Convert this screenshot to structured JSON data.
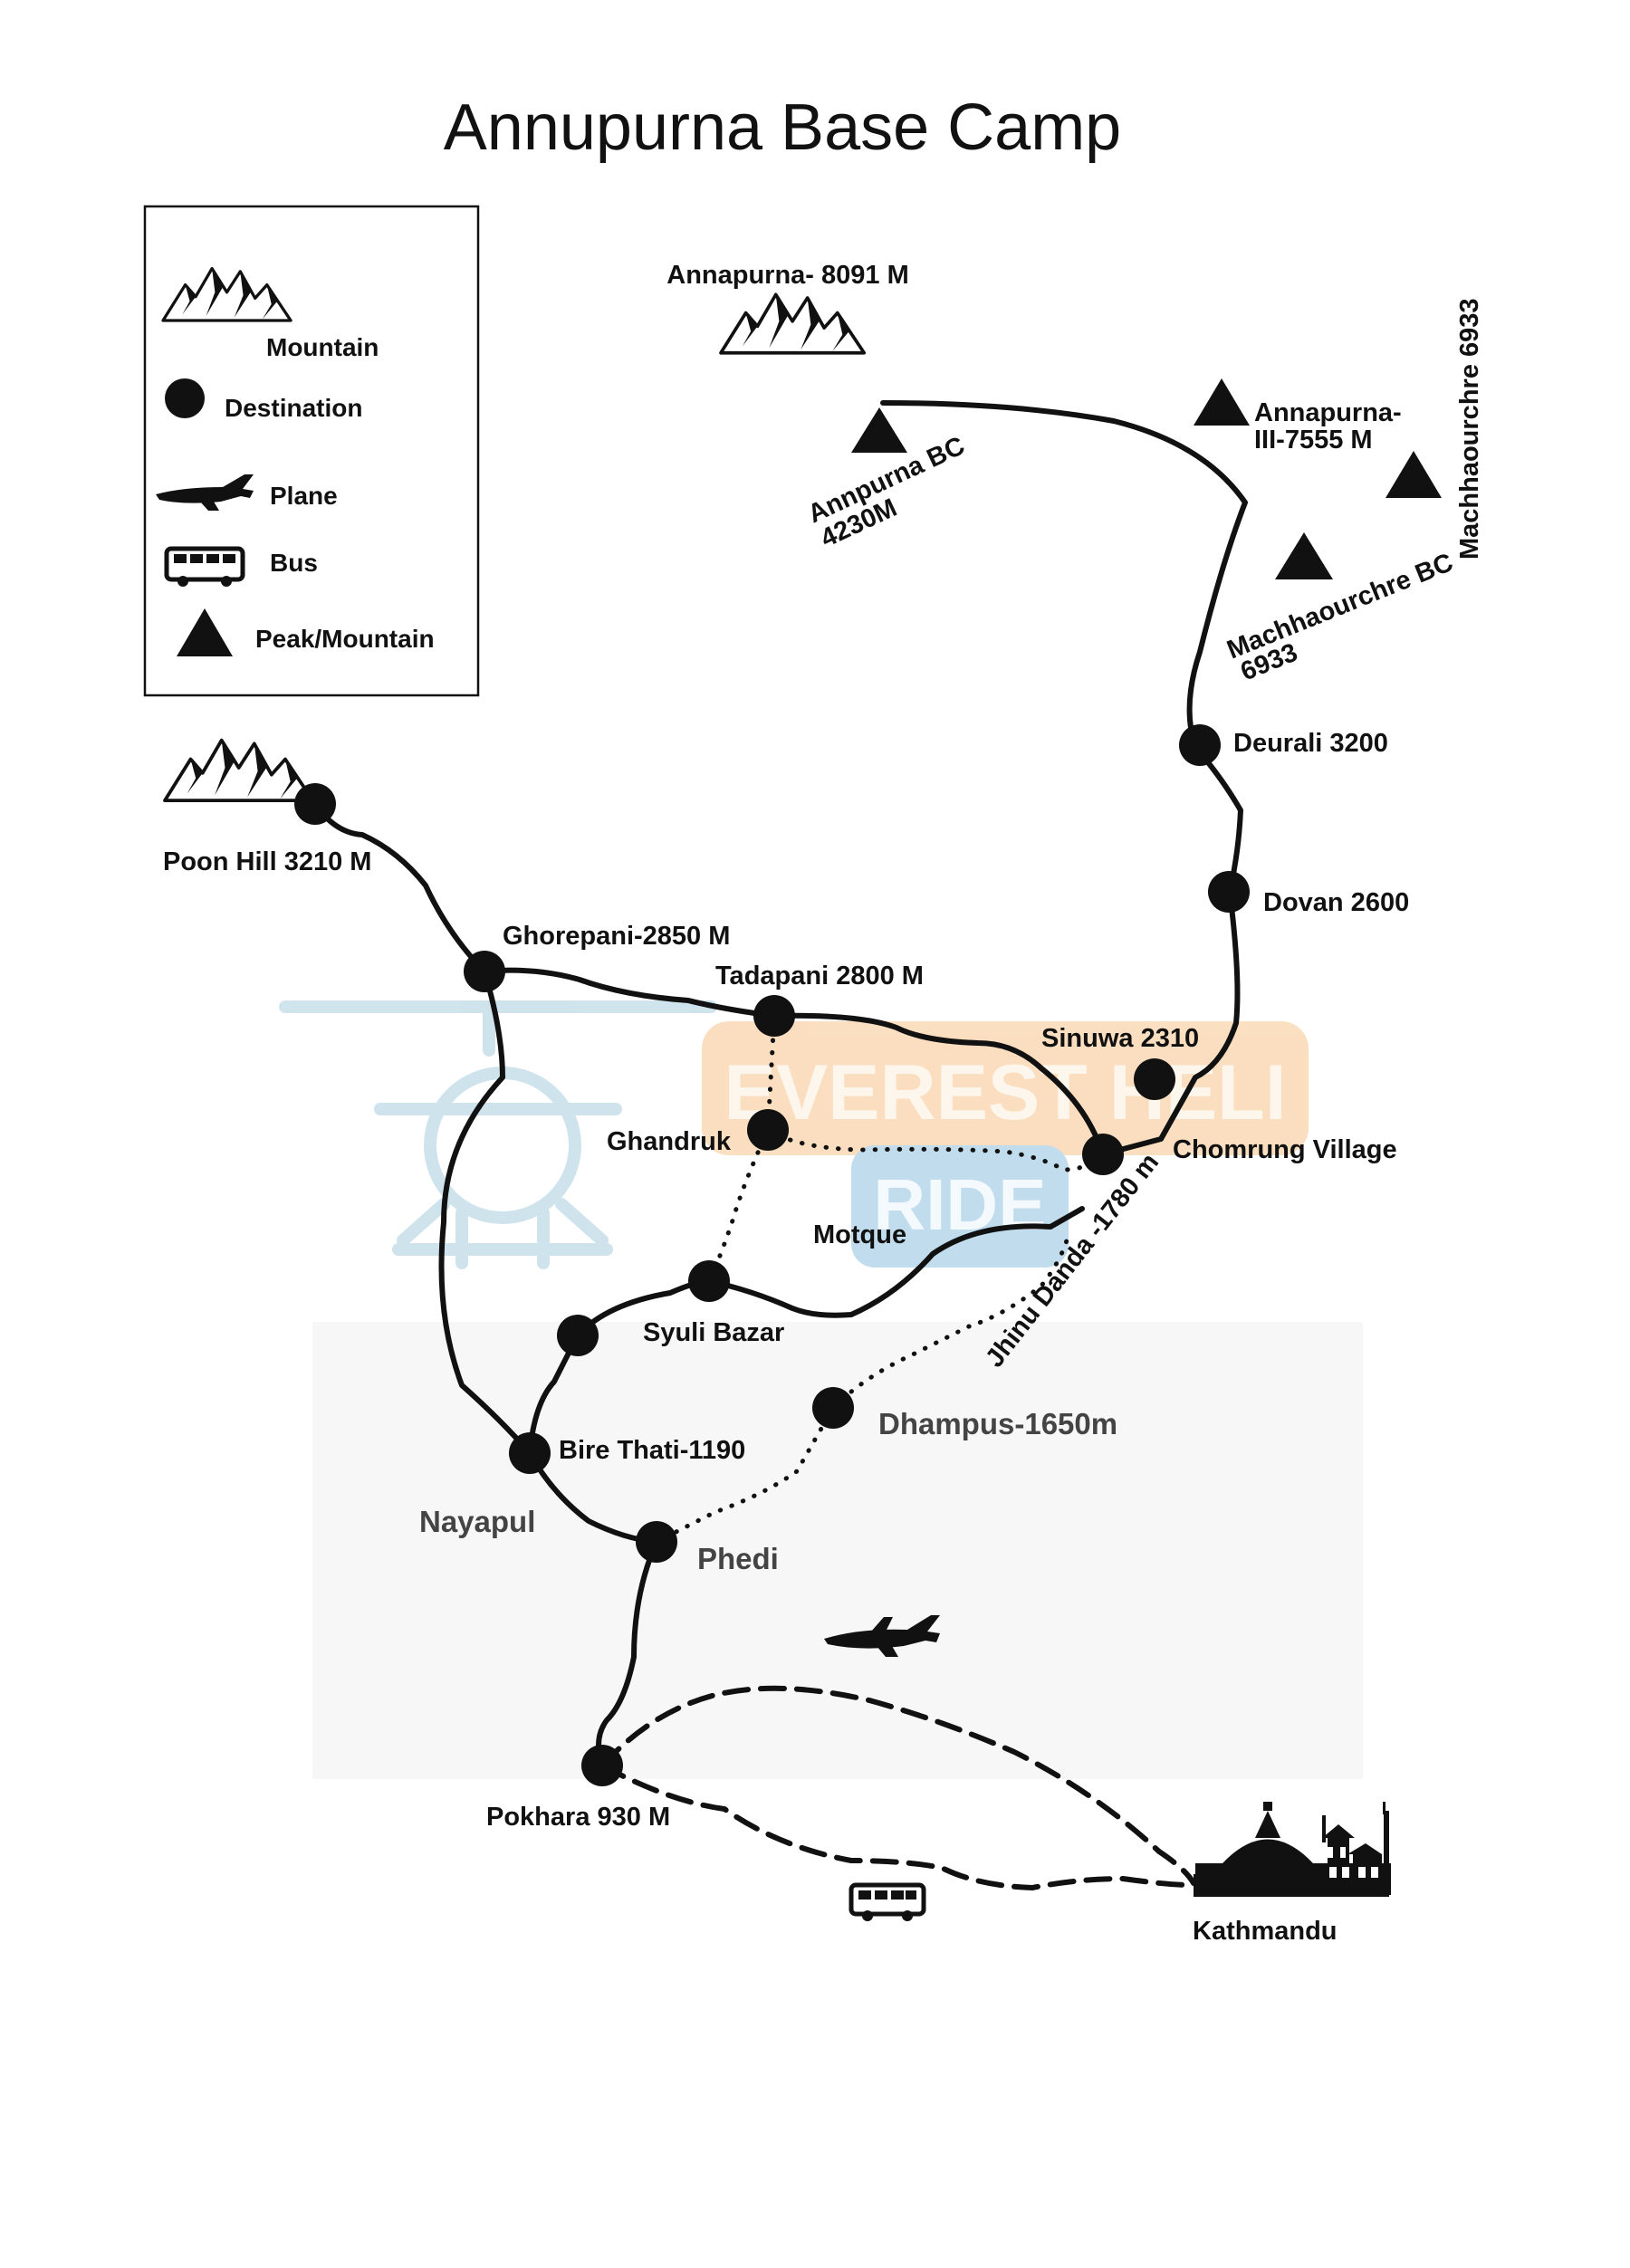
{
  "title": "Annupurna Base Camp",
  "legend": {
    "mountain": "Mountain",
    "destination": "Destination",
    "plane": "Plane",
    "bus": "Bus",
    "peak": "Peak/Mountain"
  },
  "watermark": {
    "line1": "EVEREST HELI",
    "line2": "RIDE"
  },
  "peaks": {
    "annapurna": "Annapurna- 8091 M",
    "annapurna_bc_name": "Annpurna BC",
    "annapurna_bc_alt": "4230M",
    "annapurna3_line1": "Annapurna-",
    "annapurna3_line2": "III-7555 M",
    "machha_bc_name": "Machhaourchre BC",
    "machha_bc_alt": "6933",
    "machha_peak": "Machhaourchre 6933"
  },
  "places": {
    "deurali": "Deurali 3200",
    "dovan": "Dovan 2600",
    "sinuwa": "Sinuwa 2310",
    "chomrung": "Chomrung Village",
    "poon_hill": "Poon Hill 3210 M",
    "ghorepani": "Ghorepani-2850 M",
    "tadapani": "Tadapani 2800 M",
    "ghandruk": "Ghandruk",
    "motque": "Motque",
    "jhinu": "Jhinu Danda -1780 m",
    "syuli": "Syuli Bazar",
    "dhampus": "Dhampus-1650m",
    "bire_thati": "Bire Thati-1190",
    "nayapul": "Nayapul",
    "phedi": "Phedi",
    "pokhara": "Pokhara 930 M",
    "kathmandu": "Kathmandu"
  }
}
